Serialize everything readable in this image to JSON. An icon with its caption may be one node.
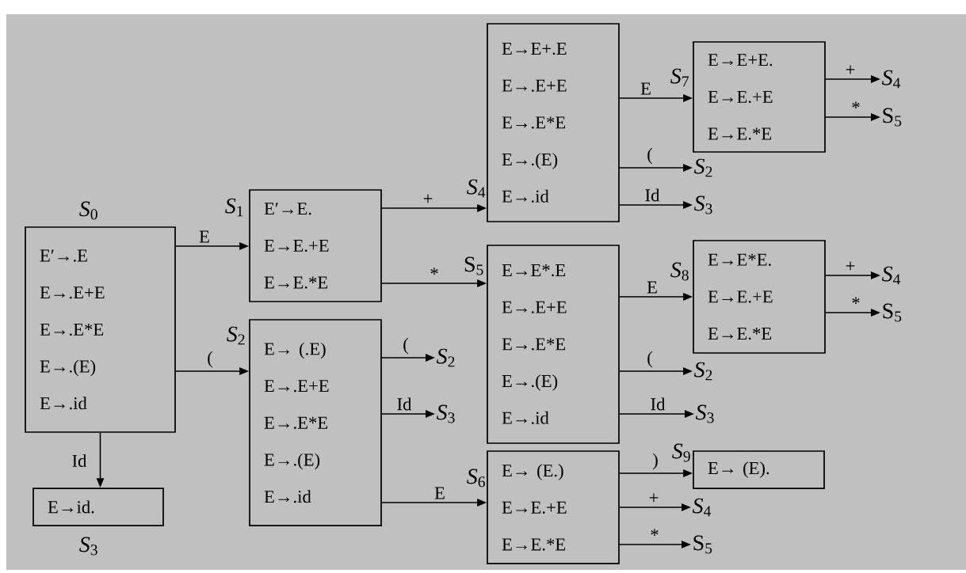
{
  "diagram": {
    "nodes": [
      {
        "text": [
          "E′→.E",
          "E→.E+E",
          "E→.E*E",
          "E→.(E)",
          "E→.id"
        ],
        "beside": [
          "*S*$_{0}$"
        ]
      },
      {
        "text": [
          "E→id."
        ],
        "beside": [
          "*S*$_{3}$"
        ]
      },
      {
        "text": [
          "E′→E.",
          "E→E.+E",
          "E→E.*E"
        ],
        "beside": [
          "*S*$_{1}$"
        ]
      },
      {
        "text": [
          "E→ (.E)",
          "E→.E+E",
          "E→.E*E",
          "E→.(E)",
          "E→.id"
        ],
        "beside": [
          "*S*$_{2}$"
        ]
      },
      {
        "text": [
          "*S*$_{2}$"
        ]
      },
      {
        "text": [
          "*S*$_{3}$"
        ]
      },
      {
        "text": [
          "E→E+.E",
          "E→.E+E",
          "E→.E*E",
          "E→.(E)",
          "E→.id"
        ],
        "beside": [
          "*S*$_{4}$"
        ]
      },
      {
        "text": [
          "E→E*.E",
          "E→.E+E",
          "E→.E*E",
          "E→.(E)",
          "E→.id"
        ],
        "beside": [
          "S$_{5}$"
        ]
      },
      {
        "text": [
          "E→ (E.)",
          "E→E.+E",
          "E→E.*E"
        ],
        "beside": [
          "*S*$_{6}$"
        ]
      },
      {
        "text": [
          "*S*$_{2}$"
        ]
      },
      {
        "text": [
          "*S*$_{3}$"
        ]
      },
      {
        "text": [
          "*S*$_{2}$"
        ]
      },
      {
        "text": [
          "*S*$_{3}$"
        ]
      },
      {
        "text": [
          "E→E+E.",
          "E→E.+E",
          "E→E.*E"
        ],
        "beside": [
          "*S*$_{7}$"
        ]
      },
      {
        "text": [
          "E→E*E.",
          "E→E.+E",
          "E→E.*E"
        ],
        "beside": [
          "*S*$_{8}$"
        ]
      },
      {
        "text": [
          "E→ (E)."
        ],
        "beside": [
          "*S*$_{9}$"
        ]
      },
      {
        "text": [
          "*S*$_{4}$"
        ]
      },
      {
        "text": [
          "S$_{5}$"
        ]
      },
      {
        "text": [
          "*S*$_{4}$"
        ]
      },
      {
        "text": [
          "S$_{5}$"
        ]
      },
      {
        "text": [
          "*S*$_{4}$"
        ]
      },
      {
        "text": [
          "S$_{5}$"
        ]
      }
    ],
    "edges": [
      {
        "from": 0,
        "to": 2,
        "arrow": "to",
        "label": "E"
      },
      {
        "from": 0,
        "to": 3,
        "arrow": "to",
        "label": "("
      },
      {
        "from": 0,
        "to": 1,
        "arrow": "to",
        "label": "Id"
      },
      {
        "from": 2,
        "to": 6,
        "arrow": "to",
        "label": "+"
      },
      {
        "from": 2,
        "to": 7,
        "arrow": "to",
        "label": "*"
      },
      {
        "from": 3,
        "to": 4,
        "arrow": "to",
        "label": "("
      },
      {
        "from": 3,
        "to": 5,
        "arrow": "to",
        "label": "Id"
      },
      {
        "from": 3,
        "to": 8,
        "arrow": "to",
        "label": "E"
      },
      {
        "from": 6,
        "to": 13,
        "arrow": "to",
        "label": "E"
      },
      {
        "from": 6,
        "to": 9,
        "arrow": "to",
        "label": "("
      },
      {
        "from": 6,
        "to": 10,
        "arrow": "to",
        "label": "Id"
      },
      {
        "from": 7,
        "to": 14,
        "arrow": "to",
        "label": "E"
      },
      {
        "from": 7,
        "to": 11,
        "arrow": "to",
        "label": "("
      },
      {
        "from": 7,
        "to": 12,
        "arrow": "to",
        "label": "Id"
      },
      {
        "from": 8,
        "to": 15,
        "arrow": "to",
        "label": ")"
      },
      {
        "from": 8,
        "to": 20,
        "arrow": "to",
        "label": "+"
      },
      {
        "from": 8,
        "to": 21,
        "arrow": "to",
        "label": "*"
      },
      {
        "from": 13,
        "to": 16,
        "arrow": "to",
        "label": "+"
      },
      {
        "from": 13,
        "to": 17,
        "arrow": "to",
        "label": "*"
      },
      {
        "from": 14,
        "to": 18,
        "arrow": "to",
        "label": "+"
      },
      {
        "from": 14,
        "to": 19,
        "arrow": "to",
        "label": "*"
      }
    ]
  }
}
